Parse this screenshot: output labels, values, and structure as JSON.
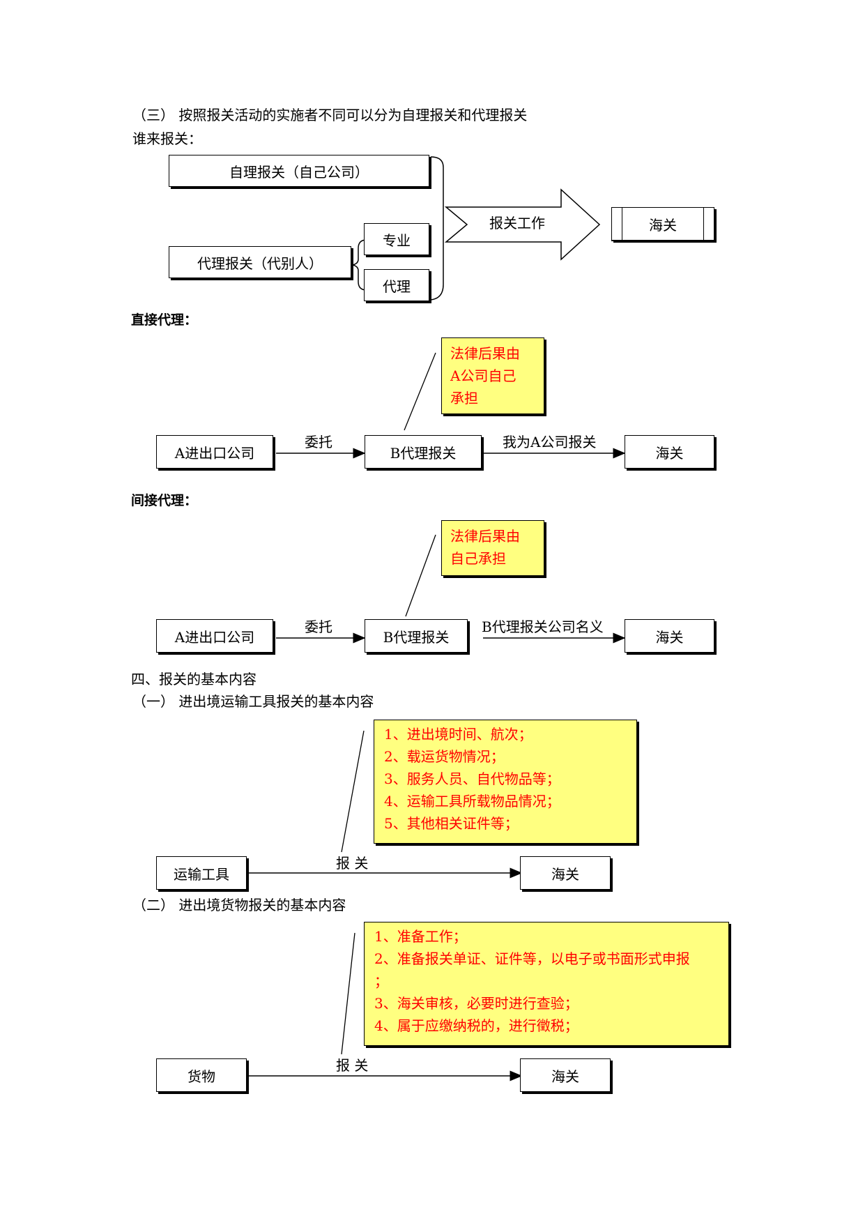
{
  "section3": {
    "heading": "（三）  按照报关活动的实施者不同可以分为自理报关和代理报关",
    "who_label": "谁来报关：",
    "self_box": "自理报关（自己公司）",
    "agent_box": "代理报关（代别人）",
    "sub_professional": "专业",
    "sub_agent": "代理",
    "arrow_label": "报关工作",
    "customs_box": "海关"
  },
  "direct": {
    "heading": "直接代理：",
    "note_lines": [
      "法律后果由",
      "A公司自己",
      "承担"
    ],
    "company_box": "A进出口公司",
    "entrust_label": "委托",
    "agent_box": "B代理报关",
    "declare_label": "我为A公司报关",
    "customs_box": "海关"
  },
  "indirect": {
    "heading": "间接代理：",
    "note_lines": [
      "法律后果由",
      "自己承担"
    ],
    "company_box": "A进出口公司",
    "entrust_label": "委托",
    "agent_box": "B代理报关",
    "declare_label": "B代理报关公司名义",
    "customs_box": "海关"
  },
  "section4": {
    "heading": "四、报关的基本内容",
    "sub1_heading": "（一）  进出境运输工具报关的基本内容",
    "sub1_note": [
      "1、进出境时间、航次；",
      "2、载运货物情况；",
      "3、服务人员、自代物品等；",
      "4、运输工具所载物品情况；",
      "5、其他相关证件等；"
    ],
    "sub1_from": "运输工具",
    "sub1_label": "报 关",
    "sub1_to": "海关",
    "sub2_heading": "（二）  进出境货物报关的基本内容",
    "sub2_note": [
      "1、准备工作；",
      "2、准备报关单证、证件等，以电子或书面形式申报",
      "；",
      "3、海关审核，必要时进行查验；",
      "4、属于应缴纳税的，进行徵税；"
    ],
    "sub2_from": "货物",
    "sub2_label": "报 关",
    "sub2_to": "海关"
  }
}
